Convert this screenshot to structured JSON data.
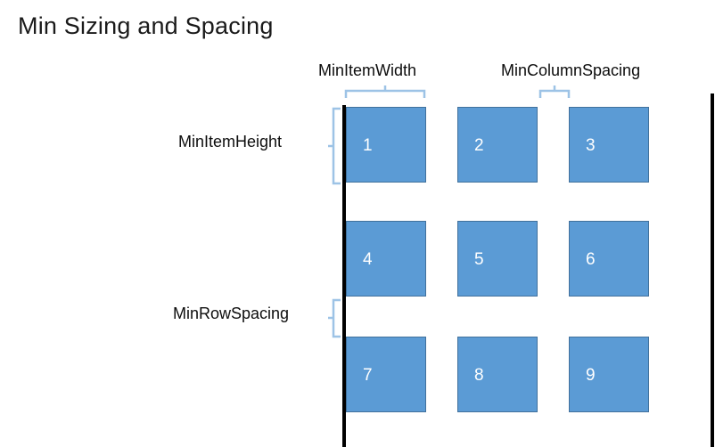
{
  "slide": {
    "title": "Min Sizing and Spacing",
    "background_color": "#FFFFFF"
  },
  "theme": {
    "item_fill": "#5B9BD5",
    "item_border": "#41719C",
    "item_text": "#FFFFFF",
    "bracket_color": "#9DC3E6",
    "boundary_line_color": "#000000",
    "label_color": "#0D0D0D"
  },
  "annotations": {
    "min_item_width": "MinItemWidth",
    "min_column_spacing": "MinColumnSpacing",
    "min_item_height": "MinItemHeight",
    "min_row_spacing": "MinRowSpacing"
  },
  "grid": {
    "rows": 3,
    "columns": 3,
    "items": [
      {
        "label": "1",
        "row": 0,
        "column": 0
      },
      {
        "label": "2",
        "row": 0,
        "column": 1
      },
      {
        "label": "3",
        "row": 0,
        "column": 2
      },
      {
        "label": "4",
        "row": 1,
        "column": 0
      },
      {
        "label": "5",
        "row": 1,
        "column": 1
      },
      {
        "label": "6",
        "row": 1,
        "column": 2
      },
      {
        "label": "7",
        "row": 2,
        "column": 0
      },
      {
        "label": "8",
        "row": 2,
        "column": 1
      },
      {
        "label": "9",
        "row": 2,
        "column": 2
      }
    ]
  }
}
